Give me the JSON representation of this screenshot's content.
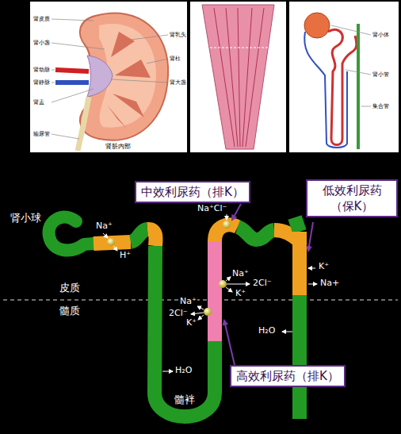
{
  "diagram": {
    "nodes": [
      {
        "text": [
          "中效利尿药（排K）"
        ]
      },
      {
        "text": [
          "低效利尿药 （保K）"
        ]
      },
      {
        "text": [
          "高效利尿药（排K）"
        ]
      }
    ],
    "labels": [
      "肾皮质",
      "肾小盏",
      "肾动脉",
      "肾静脉",
      "肾盂",
      "输尿管",
      "肾乳头",
      "肾柱",
      "肾大盏",
      "肾脏内部",
      "肾小体",
      "肾小管",
      "集合管",
      "肾小球",
      "Na⁺",
      "H⁺",
      "Na⁺Cl⁻",
      "Na⁺",
      "2Cl⁻",
      "K⁺",
      "Na⁺",
      "2Cl⁻",
      "K⁺",
      "K⁺",
      "Na+",
      "H₂O",
      "H₂O",
      "皮质",
      "髓质",
      "髓袢"
    ]
  }
}
